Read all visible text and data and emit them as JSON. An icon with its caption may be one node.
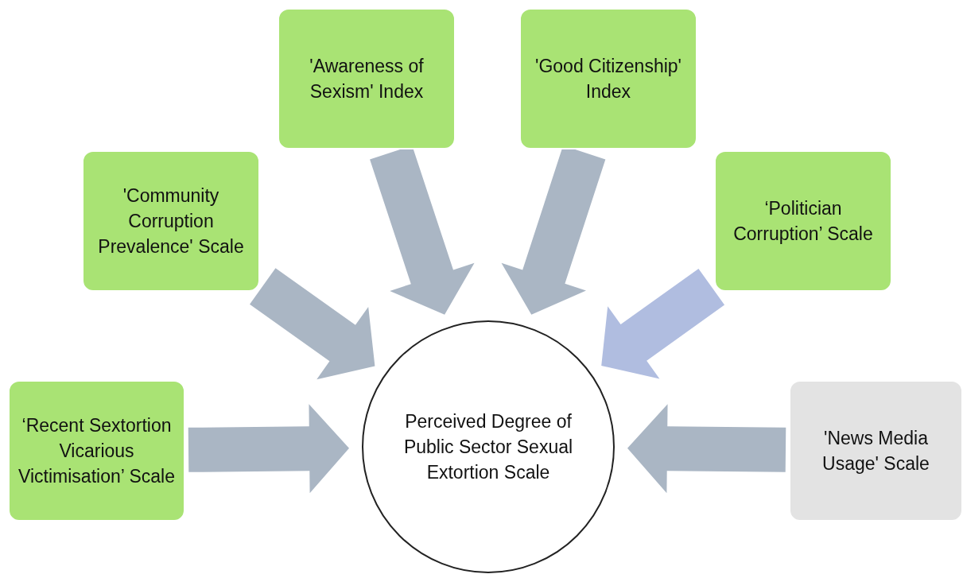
{
  "diagram": {
    "nodes": [
      {
        "text": [
          "Perceived Degree of Public Sector Sexual Extortion Scale"
        ]
      },
      {
        "text": [
          "‘Recent Sextortion Vicarious Victimisation’ Scale"
        ]
      },
      {
        "text": [
          "'Community Corruption Prevalence' Scale"
        ]
      },
      {
        "text": [
          "'Awareness of Sexism' Index"
        ]
      },
      {
        "text": [
          "'Good Citizenship' Index"
        ]
      },
      {
        "text": [
          "‘Politician Corruption’ Scale"
        ]
      },
      {
        "text": [
          "'News Media Usage' Scale"
        ]
      }
    ],
    "edges": [
      {
        "from": 1,
        "to": 0,
        "arrow": "to"
      },
      {
        "from": 2,
        "to": 0,
        "arrow": "to"
      },
      {
        "from": 3,
        "to": 0,
        "arrow": "to"
      },
      {
        "from": 4,
        "to": 0,
        "arrow": "to"
      },
      {
        "from": 5,
        "to": 0,
        "arrow": "to",
        "color": "#b0bde0"
      },
      {
        "from": 6,
        "to": 0,
        "arrow": "to"
      }
    ]
  }
}
